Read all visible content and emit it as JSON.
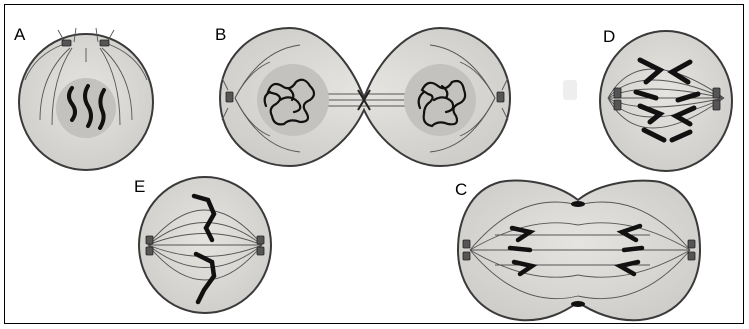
{
  "figure": {
    "cells": [
      {
        "id": "A",
        "label": "A"
      },
      {
        "id": "B",
        "label": "B"
      },
      {
        "id": "C",
        "label": "C"
      },
      {
        "id": "D",
        "label": "D"
      },
      {
        "id": "E",
        "label": "E"
      }
    ]
  },
  "colors": {
    "cytoplasm": "#dcdad6",
    "nucleus": "#c4c2be",
    "outline": "#3a3a3a",
    "spindle": "#555555",
    "chromosome": "#111111",
    "background": "#ffffff"
  }
}
